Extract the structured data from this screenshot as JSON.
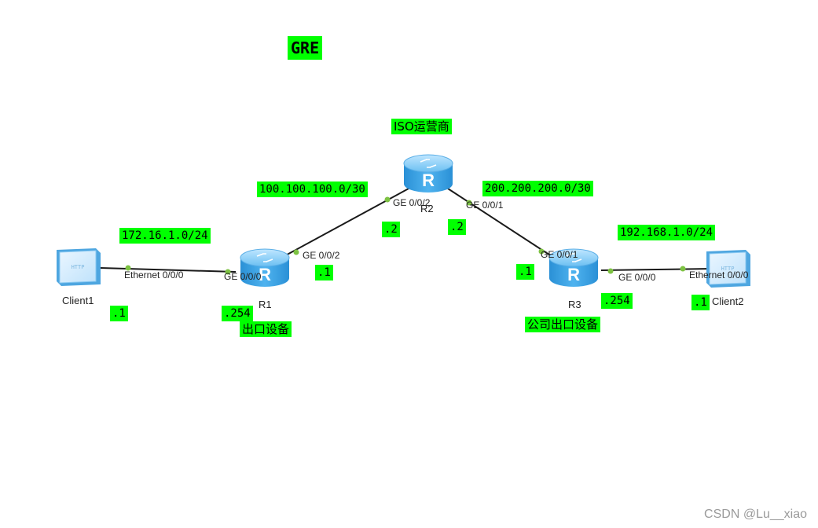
{
  "title": "GRE",
  "nodes": {
    "client1": {
      "name": "Client1",
      "icon": "http-client-icon"
    },
    "client2": {
      "name": "Client2",
      "icon": "http-client-icon"
    },
    "r1": {
      "name": "R1",
      "icon": "router-icon"
    },
    "r2": {
      "name": "R2",
      "icon": "router-icon"
    },
    "r3": {
      "name": "R3",
      "icon": "router-icon"
    }
  },
  "ports": {
    "client1_eth": "Ethernet 0/0/0",
    "r1_ge000": "GE 0/0/0",
    "r1_ge002": "GE 0/0/2",
    "r2_ge002": "GE 0/0/2",
    "r2_ge001": "GE 0/0/1",
    "r3_ge001": "GE 0/0/1",
    "r3_ge000": "GE 0/0/0",
    "client2_eth": "Ethernet 0/0/0"
  },
  "tags": {
    "isp": "ISO运营商",
    "net_left": "100.100.100.0/30",
    "net_right": "200.200.200.0/30",
    "lan_left": "172.16.1.0/24",
    "lan_right": "192.168.1.0/24",
    "r2_left_ip": ".2",
    "r2_right_ip": ".2",
    "r1_wan_ip": ".1",
    "r3_wan_ip": ".1",
    "client1_ip": ".1",
    "r1_lan_ip": ".254",
    "r3_lan_ip": ".254",
    "client2_ip": ".1",
    "r1_role": "出口设备",
    "r3_role": "公司出口设备"
  },
  "colors": {
    "highlight": "#00ff00",
    "router": "#3aa6e8",
    "link": "#1a1a1a",
    "port_dot": "#7dc242"
  },
  "watermark": "CSDN @Lu__xiao"
}
